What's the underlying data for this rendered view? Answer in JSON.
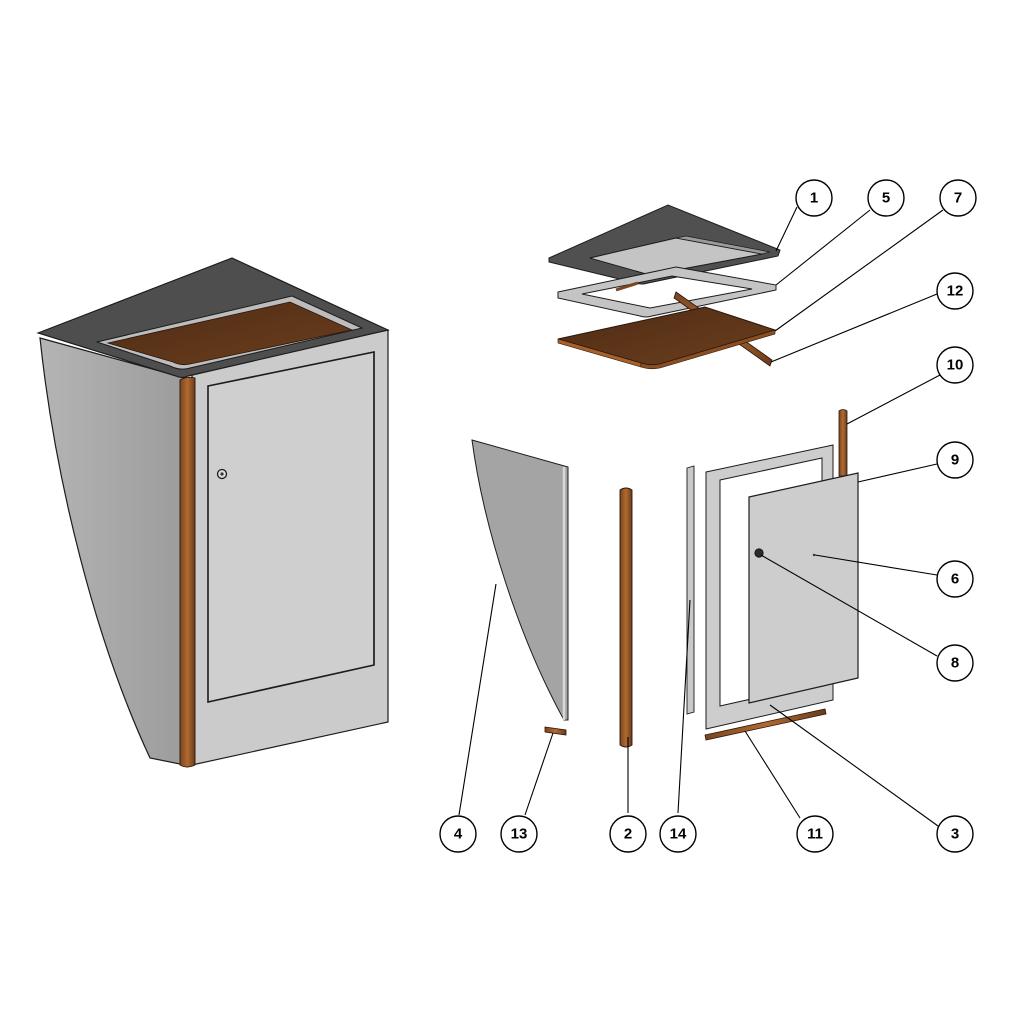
{
  "colors": {
    "background": "#ffffff",
    "panel_gray": "#c9c9c9",
    "panel_side": "#a7a7a7",
    "top_dark": "#4f4f4f",
    "wood_dark": "#5a341a",
    "wood_light": "#a8612a",
    "outline": "#1c1c1c"
  },
  "balloons": [
    {
      "id": "b1",
      "label": "1"
    },
    {
      "id": "b5",
      "label": "5"
    },
    {
      "id": "b7",
      "label": "7"
    },
    {
      "id": "b12",
      "label": "12"
    },
    {
      "id": "b10",
      "label": "10"
    },
    {
      "id": "b9",
      "label": "9"
    },
    {
      "id": "b6",
      "label": "6"
    },
    {
      "id": "b8",
      "label": "8"
    },
    {
      "id": "b3",
      "label": "3"
    },
    {
      "id": "b4",
      "label": "4"
    },
    {
      "id": "b13",
      "label": "13"
    },
    {
      "id": "b2",
      "label": "2"
    },
    {
      "id": "b14",
      "label": "14"
    },
    {
      "id": "b11",
      "label": "11"
    }
  ]
}
